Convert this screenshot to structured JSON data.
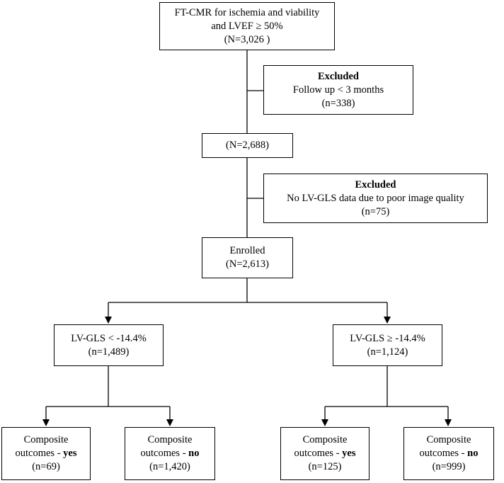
{
  "boxes": {
    "source": {
      "lines": [
        "FT-CMR for ischemia and viability",
        "and LVEF ≥ 50%",
        "(N=3,026 )"
      ]
    },
    "exclude1": {
      "title": "Excluded",
      "lines": [
        "Follow up < 3 months",
        "(n=338)"
      ]
    },
    "step2": {
      "lines": [
        "(N=2,688)"
      ]
    },
    "exclude2": {
      "title": "Excluded",
      "lines": [
        "No LV-GLS data due to poor image quality",
        "(n=75)"
      ]
    },
    "enrolled": {
      "lines": [
        "Enrolled",
        "(N=2,613)"
      ]
    },
    "gls_low": {
      "lines": [
        "LV-GLS < -14.4%",
        "(n=1,489)"
      ]
    },
    "gls_high": {
      "lines": [
        "LV-GLS ≥ -14.4%",
        "(n=1,124)"
      ]
    },
    "low_yes": {
      "line1": "Composite",
      "line2_prefix": "outcomes - ",
      "line2_bold": "yes",
      "line3": "(n=69)"
    },
    "low_no": {
      "line1": "Composite",
      "line2_prefix": "outcomes - ",
      "line2_bold": "no",
      "line3": "(n=1,420)"
    },
    "high_yes": {
      "line1": "Composite",
      "line2_prefix": "outcomes - ",
      "line2_bold": "yes",
      "line3": "(n=125)"
    },
    "high_no": {
      "line1": "Composite",
      "line2_prefix": "outcomes - ",
      "line2_bold": "no",
      "line3": "(n=999)"
    }
  }
}
